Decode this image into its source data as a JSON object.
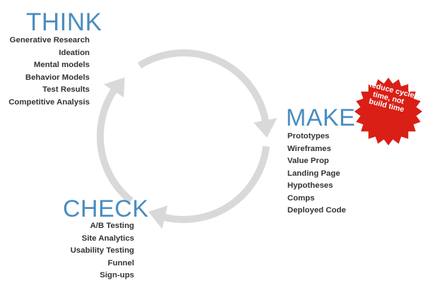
{
  "colors": {
    "title_blue": "#4a8dbf",
    "item_text": "#333333",
    "arrow_gray": "#d9d9d9",
    "badge_red": "#d91f16",
    "badge_text": "#ffffff"
  },
  "think": {
    "title": "THINK",
    "items": [
      "Generative Research",
      "Ideation",
      "Mental models",
      "Behavior Models",
      "Test Results",
      "Competitive Analysis"
    ]
  },
  "make": {
    "title": "MAKE",
    "items": [
      "Prototypes",
      "Wireframes",
      "Value Prop",
      "Landing Page",
      "Hypotheses",
      "Comps",
      "Deployed Code"
    ]
  },
  "check": {
    "title": "CHECK",
    "items": [
      "A/B Testing",
      "Site Analytics",
      "Usability Testing",
      "Funnel",
      "Sign-ups"
    ]
  },
  "badge": {
    "shape": "starburst-seal",
    "lines": [
      "Reduce cycle",
      "time, not",
      "build time"
    ]
  },
  "cycle": {
    "shape": "circular-arrows",
    "arrow_count": 3,
    "direction": "clockwise"
  }
}
